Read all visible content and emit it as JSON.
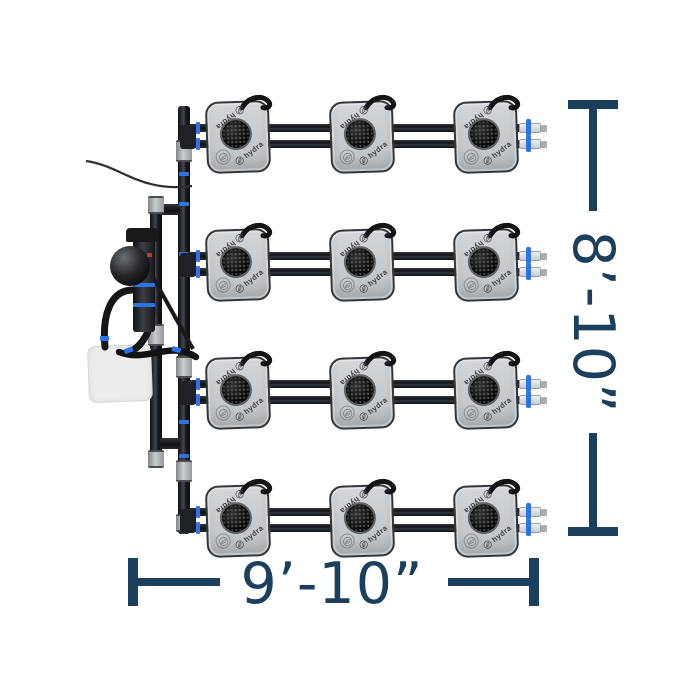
{
  "dimensions": {
    "vertical_label": "8’-10”",
    "horizontal_label": "9’-10”",
    "color": "#1a405e"
  },
  "bucket": {
    "brand_label": "hydra",
    "count": 12,
    "grid": {
      "rows": 4,
      "columns": 3
    },
    "body_color": "#c9cdd0",
    "lid_hole_color": "#0d0e0f"
  },
  "plumbing": {
    "pipe_color": "#131518",
    "coupler_color": "#b9bdc0",
    "clamp_color": "#2e72e8",
    "valve_handle_color": "#2e72e8",
    "pipes_per_row": 2,
    "valves_per_row": 2
  },
  "equipment": {
    "pump_icon": "air-pump-icon",
    "reservoir_icon": "reservoir-tray-icon",
    "cord_icon": "power-cord-icon",
    "leaf_icon": "leaf-badge-icon"
  }
}
